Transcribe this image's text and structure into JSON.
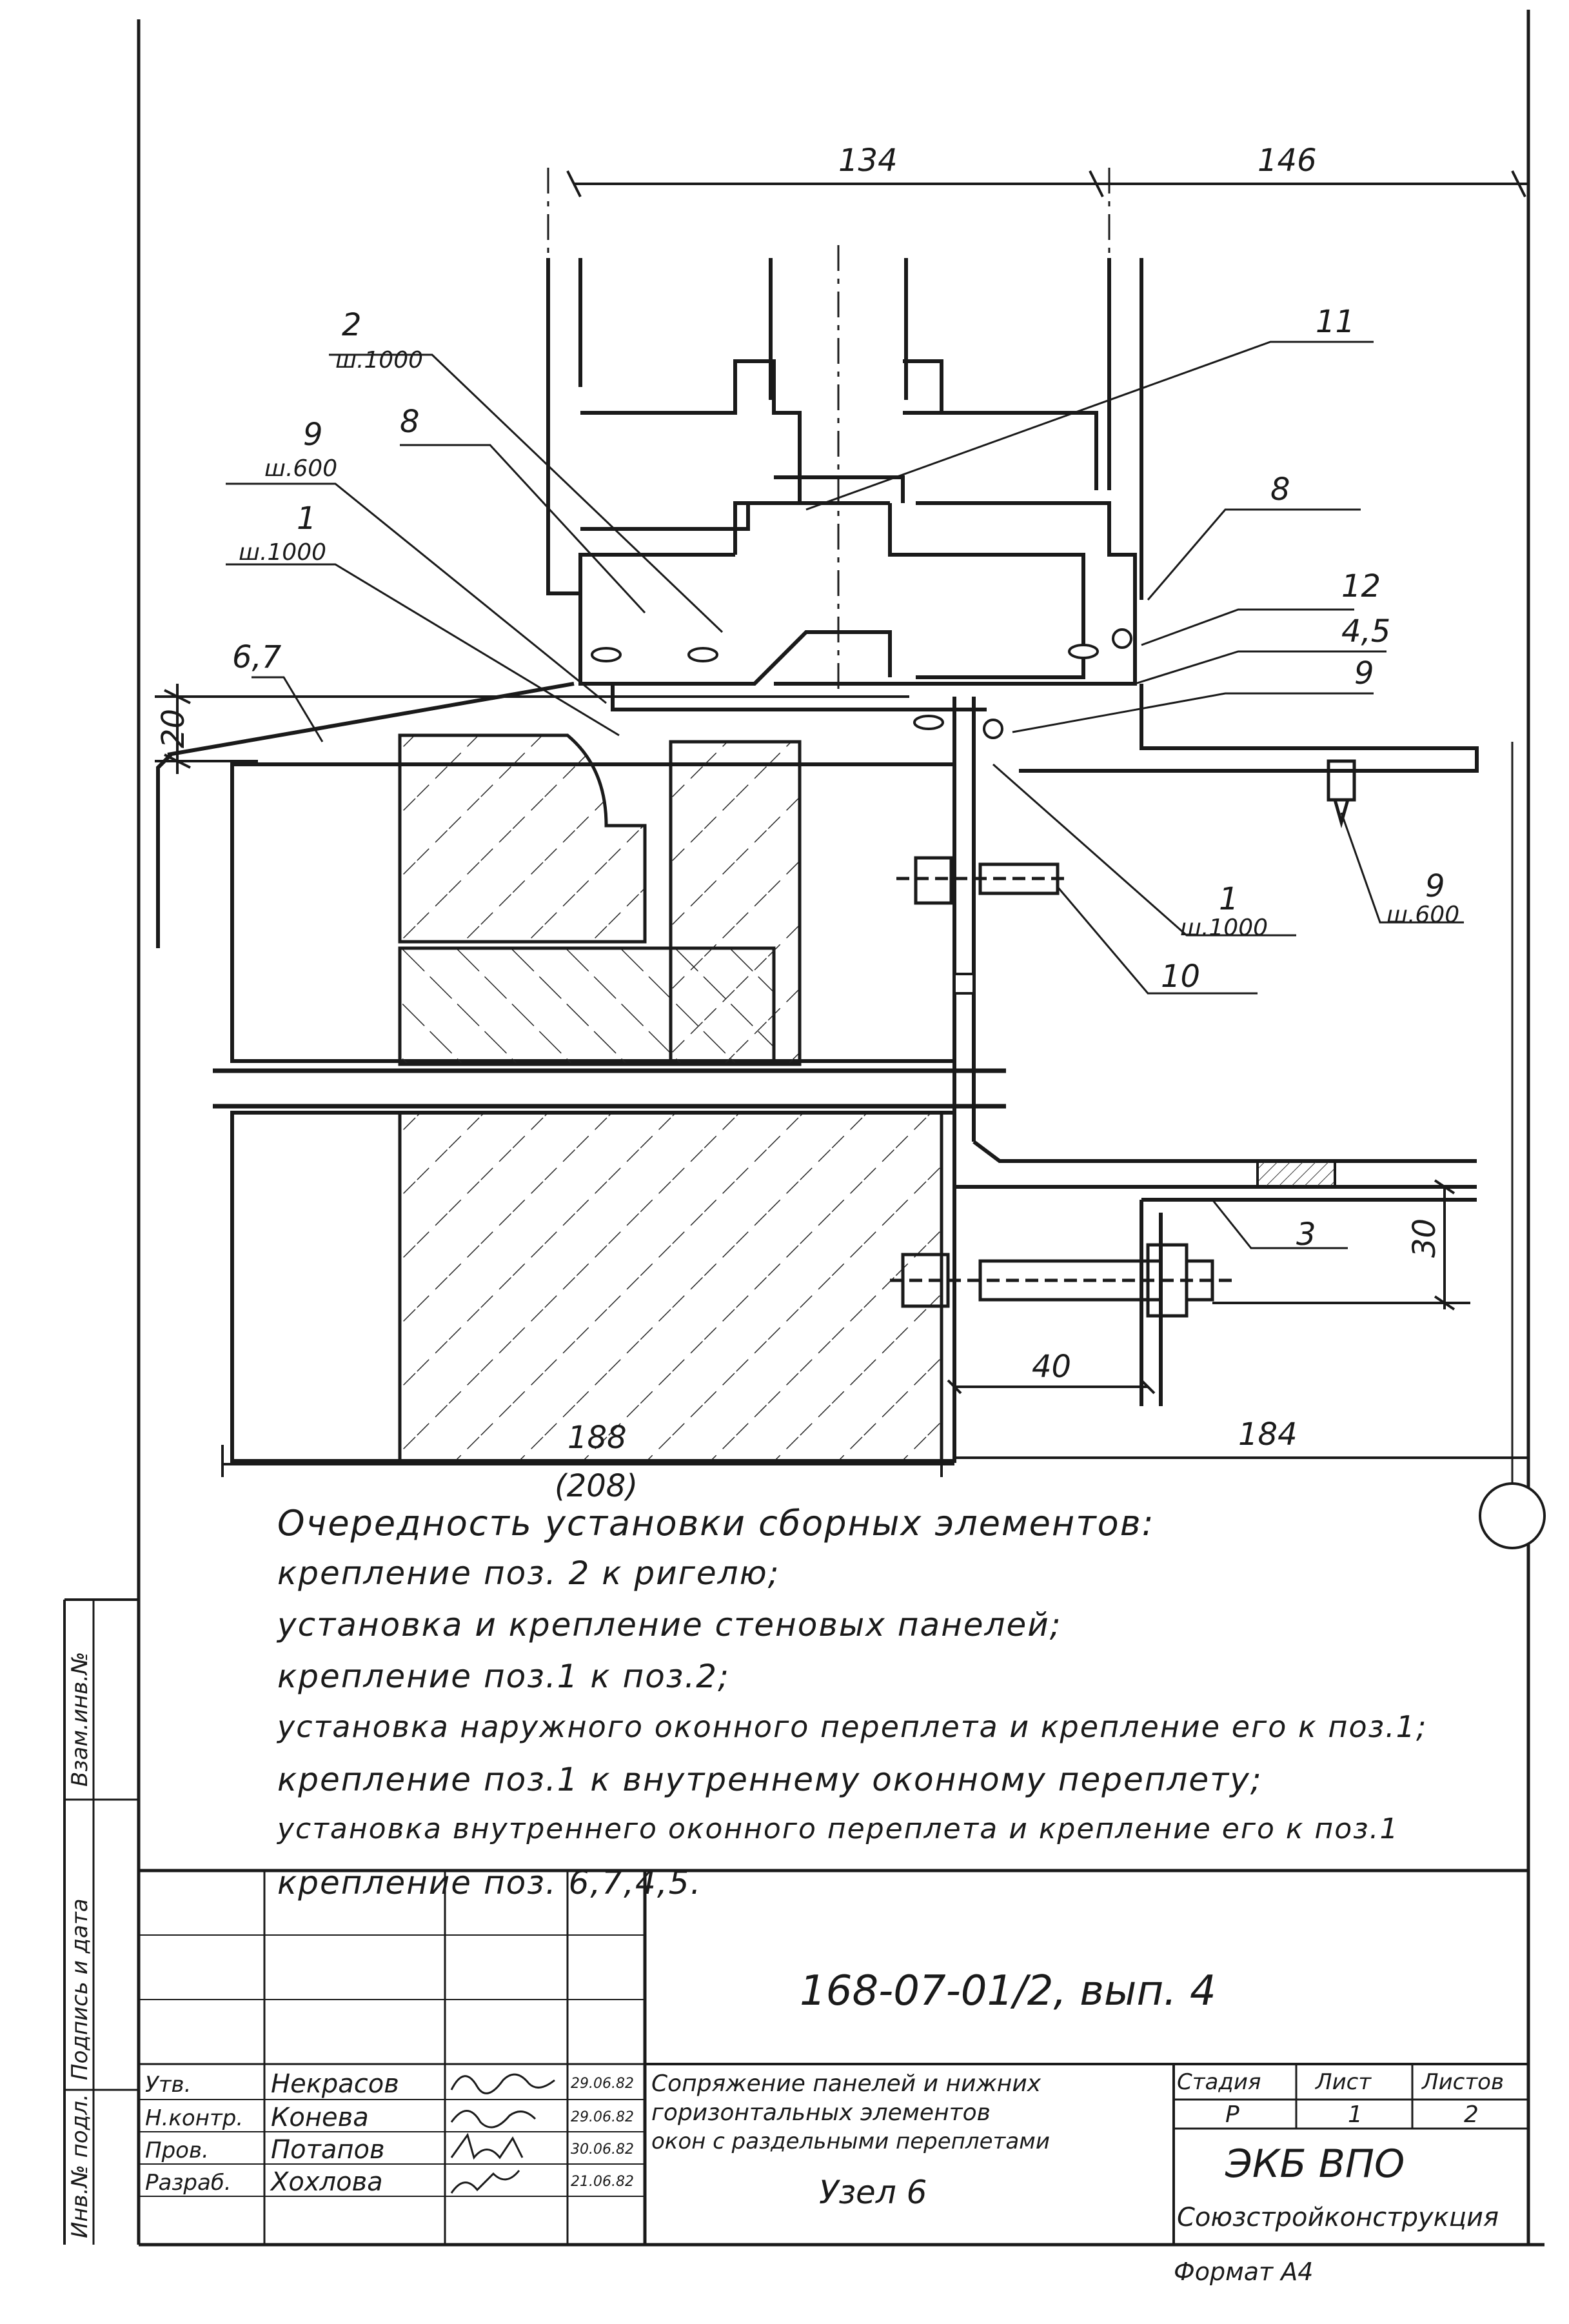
{
  "dimensions": {
    "top_left": "134",
    "top_right": "146",
    "left_vertical": "20",
    "bottom_left": "188",
    "bottom_left_alt": "(208)",
    "bottom_right": "184",
    "right_vertical": "30",
    "small_horizontal": "40"
  },
  "callouts": {
    "c2": {
      "num": "2",
      "sub": "ш.1000"
    },
    "c8a": {
      "num": "8"
    },
    "c9a": {
      "num": "9",
      "sub": "ш.600"
    },
    "c1a": {
      "num": "1",
      "sub": "ш.1000"
    },
    "c67": {
      "num": "6,7"
    },
    "c11": {
      "num": "11"
    },
    "c8b": {
      "num": "8"
    },
    "c12": {
      "num": "12"
    },
    "c45": {
      "num": "4,5"
    },
    "c9b": {
      "num": "9"
    },
    "c1b": {
      "num": "1",
      "sub": "ш.1000"
    },
    "c9c": {
      "num": "9",
      "sub": "ш.600"
    },
    "c10": {
      "num": "10"
    },
    "c3": {
      "num": "3"
    }
  },
  "notes": {
    "heading": "Очередность установки сборных элементов:",
    "lines": [
      "крепление поз. 2 к ригелю;",
      "установка и крепление стеновых панелей;",
      "крепление поз.1 к поз.2;",
      "установка наружного оконного переплета и крепление его к поз.1;",
      "крепление поз.1 к внутреннему оконному переплету;",
      "установка внутреннего оконного переплета и крепление его к поз.1",
      "крепление поз. 6,7,4,5."
    ]
  },
  "side_stamp": {
    "col1": "Инв.№ подл.",
    "col2": "Подпись и дата",
    "col3": "Взам.инв.№"
  },
  "title_block": {
    "doc_code": "168-07-01/2, вып. 4",
    "title_lines": [
      "Сопряжение панелей и нижних",
      "горизонтальных элементов",
      "окон с раздельными переплетами"
    ],
    "node": "Узел 6",
    "stage_label": "Стадия",
    "sheet_label": "Лист",
    "sheets_label": "Листов",
    "stage_value": "Р",
    "sheet_value": "1",
    "sheets_value": "2",
    "org_line1": "ЭКБ ВПО",
    "org_line2": "Союзстройконструкция",
    "rows": [
      {
        "role": "Утв.",
        "name": "Некрасов",
        "date": "29.06.82"
      },
      {
        "role": "Н.контр.",
        "name": "Конева",
        "date": "29.06.82"
      },
      {
        "role": "Пров.",
        "name": "Потапов",
        "date": "30.06.82"
      },
      {
        "role": "Разраб.",
        "name": "Хохлова",
        "date": "21.06.82"
      }
    ],
    "format": "Формат А4"
  }
}
